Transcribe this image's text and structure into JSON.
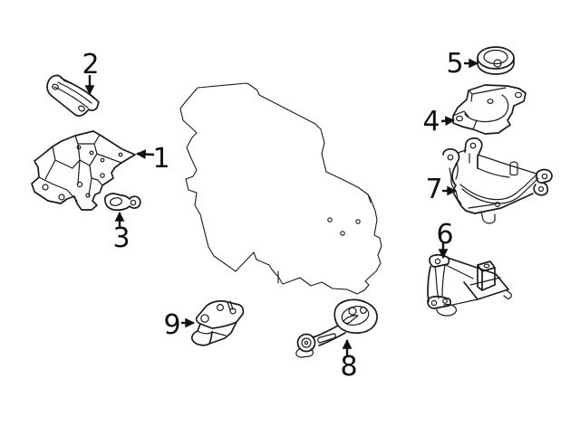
{
  "diagram": {
    "type": "engine-and-transmission-mounting-parts-diagram",
    "background_color": "#ffffff",
    "line_color": "#1a1a1a",
    "callouts": [
      {
        "label": "1",
        "arrow_direction": "left"
      },
      {
        "label": "2",
        "arrow_direction": "down"
      },
      {
        "label": "3",
        "arrow_direction": "up"
      },
      {
        "label": "4",
        "arrow_direction": "right"
      },
      {
        "label": "5",
        "arrow_direction": "right"
      },
      {
        "label": "6",
        "arrow_direction": "down"
      },
      {
        "label": "7",
        "arrow_direction": "right"
      },
      {
        "label": "8",
        "arrow_direction": "up"
      },
      {
        "label": "9",
        "arrow_direction": "right"
      }
    ]
  }
}
